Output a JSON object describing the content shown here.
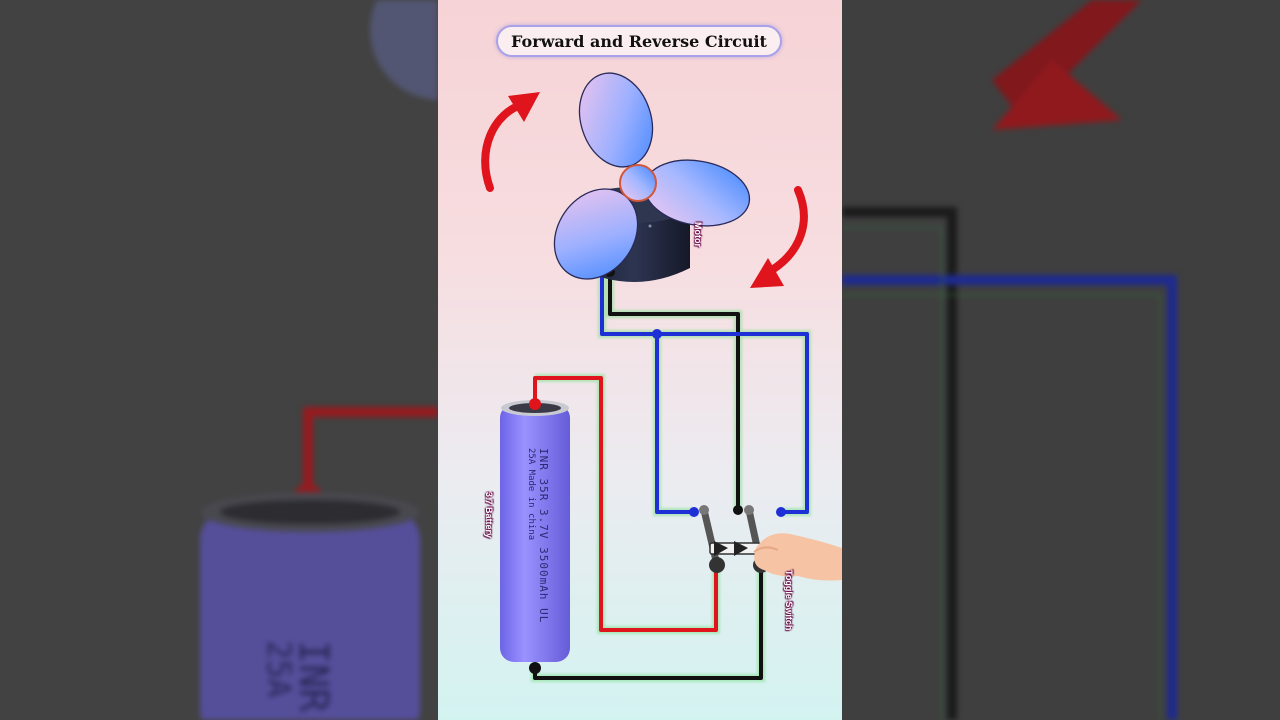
{
  "title": "Forward and Reverse Circuit",
  "labels": {
    "motor": "Motor",
    "battery": "3.7 Battery",
    "switch": "Toggle Switch"
  },
  "battery_print": {
    "line1": "INR 35R 3.7V 3500mAh  UL",
    "line2": "25A Made in china"
  },
  "background_print": {
    "line1": "INR",
    "line2": "25A"
  },
  "colors": {
    "positive_wire": "#e0141c",
    "negative_wire": "#111111",
    "motor_wire": "#1f2fd6",
    "battery_body": "#7d74ee",
    "rotation_arrows": "#e0141c",
    "fan_blade": "#6fa0ff"
  },
  "icons": [
    "fan-motor-icon",
    "rotation-arrow-icon",
    "battery-cell-icon",
    "toggle-switch-icon",
    "finger-hand-icon"
  ]
}
